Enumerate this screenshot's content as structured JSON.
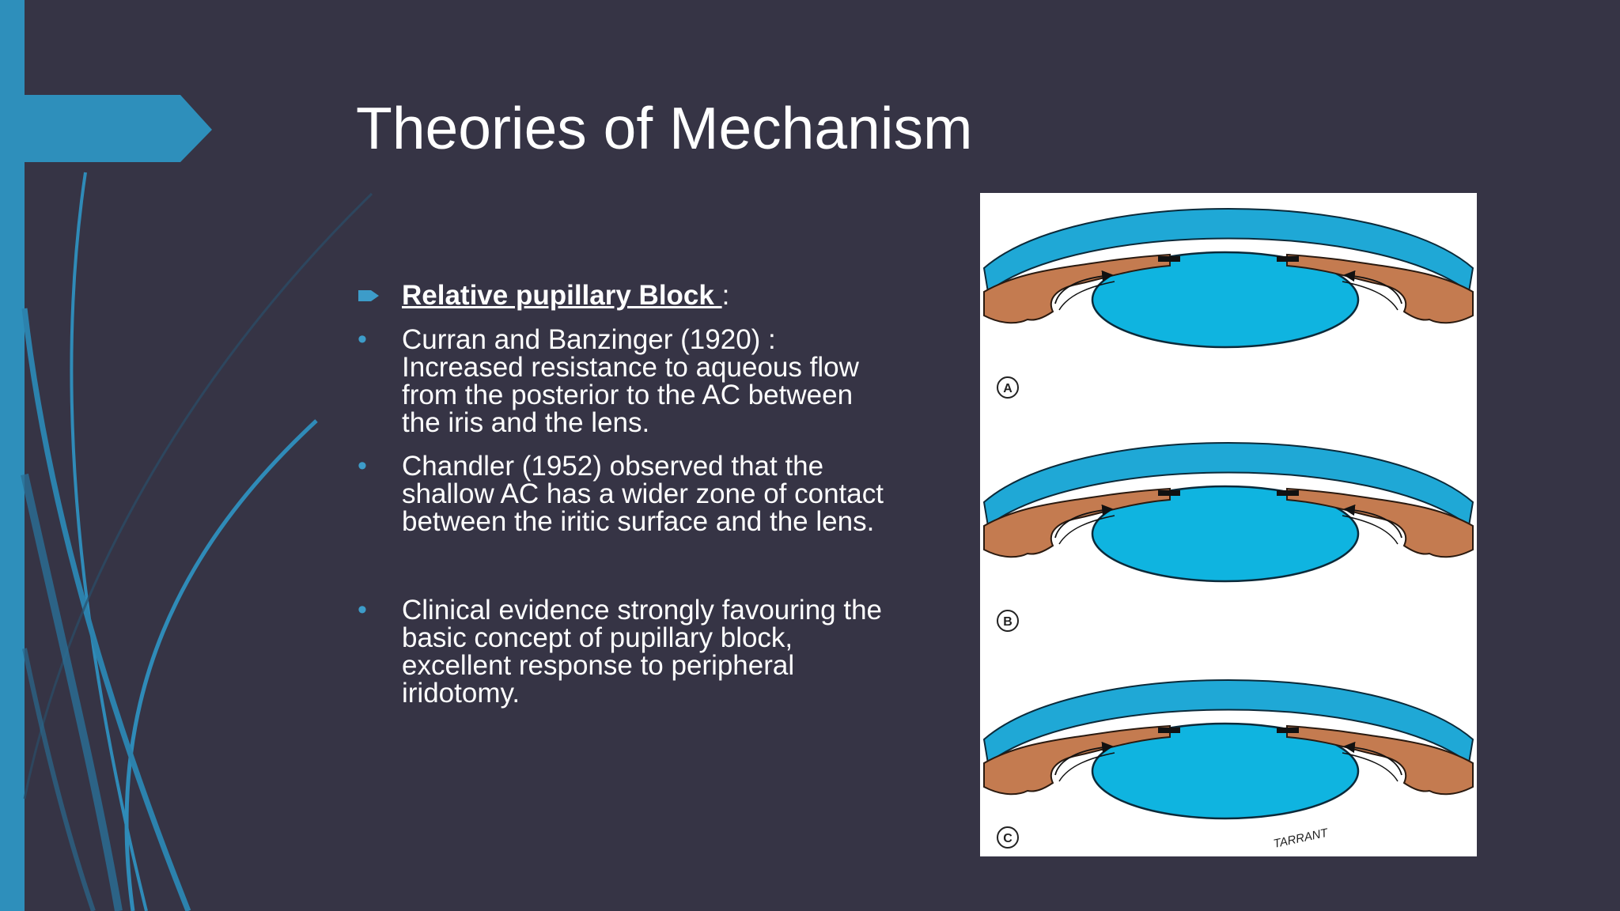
{
  "slide": {
    "title": "Theories of Mechanism",
    "heading": {
      "label": "Relative pupillary Block ",
      "suffix": ":"
    },
    "bullets": [
      {
        "lines": [
          "Curran and Banzinger (1920) :",
          "Increased resistance to aqueous flow",
          "from the posterior to the AC between",
          "the iris and the lens."
        ]
      },
      {
        "lines": [
          "Chandler (1952) observed that the",
          "shallow AC has a wider zone of contact",
          "between the iritic surface and the lens."
        ]
      },
      {
        "lines": [
          "Clinical evidence strongly favouring the",
          "basic concept of pupillary block,",
          "excellent response to peripheral",
          "iridotomy."
        ]
      }
    ]
  },
  "figure": {
    "panel_labels": [
      "A",
      "B",
      "C"
    ],
    "signature": "TARRANT"
  },
  "colors": {
    "background": "#363445",
    "accent": "#2e8fbb",
    "bullet": "#3d9cc9",
    "cornea": "#1fa8d6",
    "lens": "#0fb4e0",
    "iris": "#c47b50"
  }
}
